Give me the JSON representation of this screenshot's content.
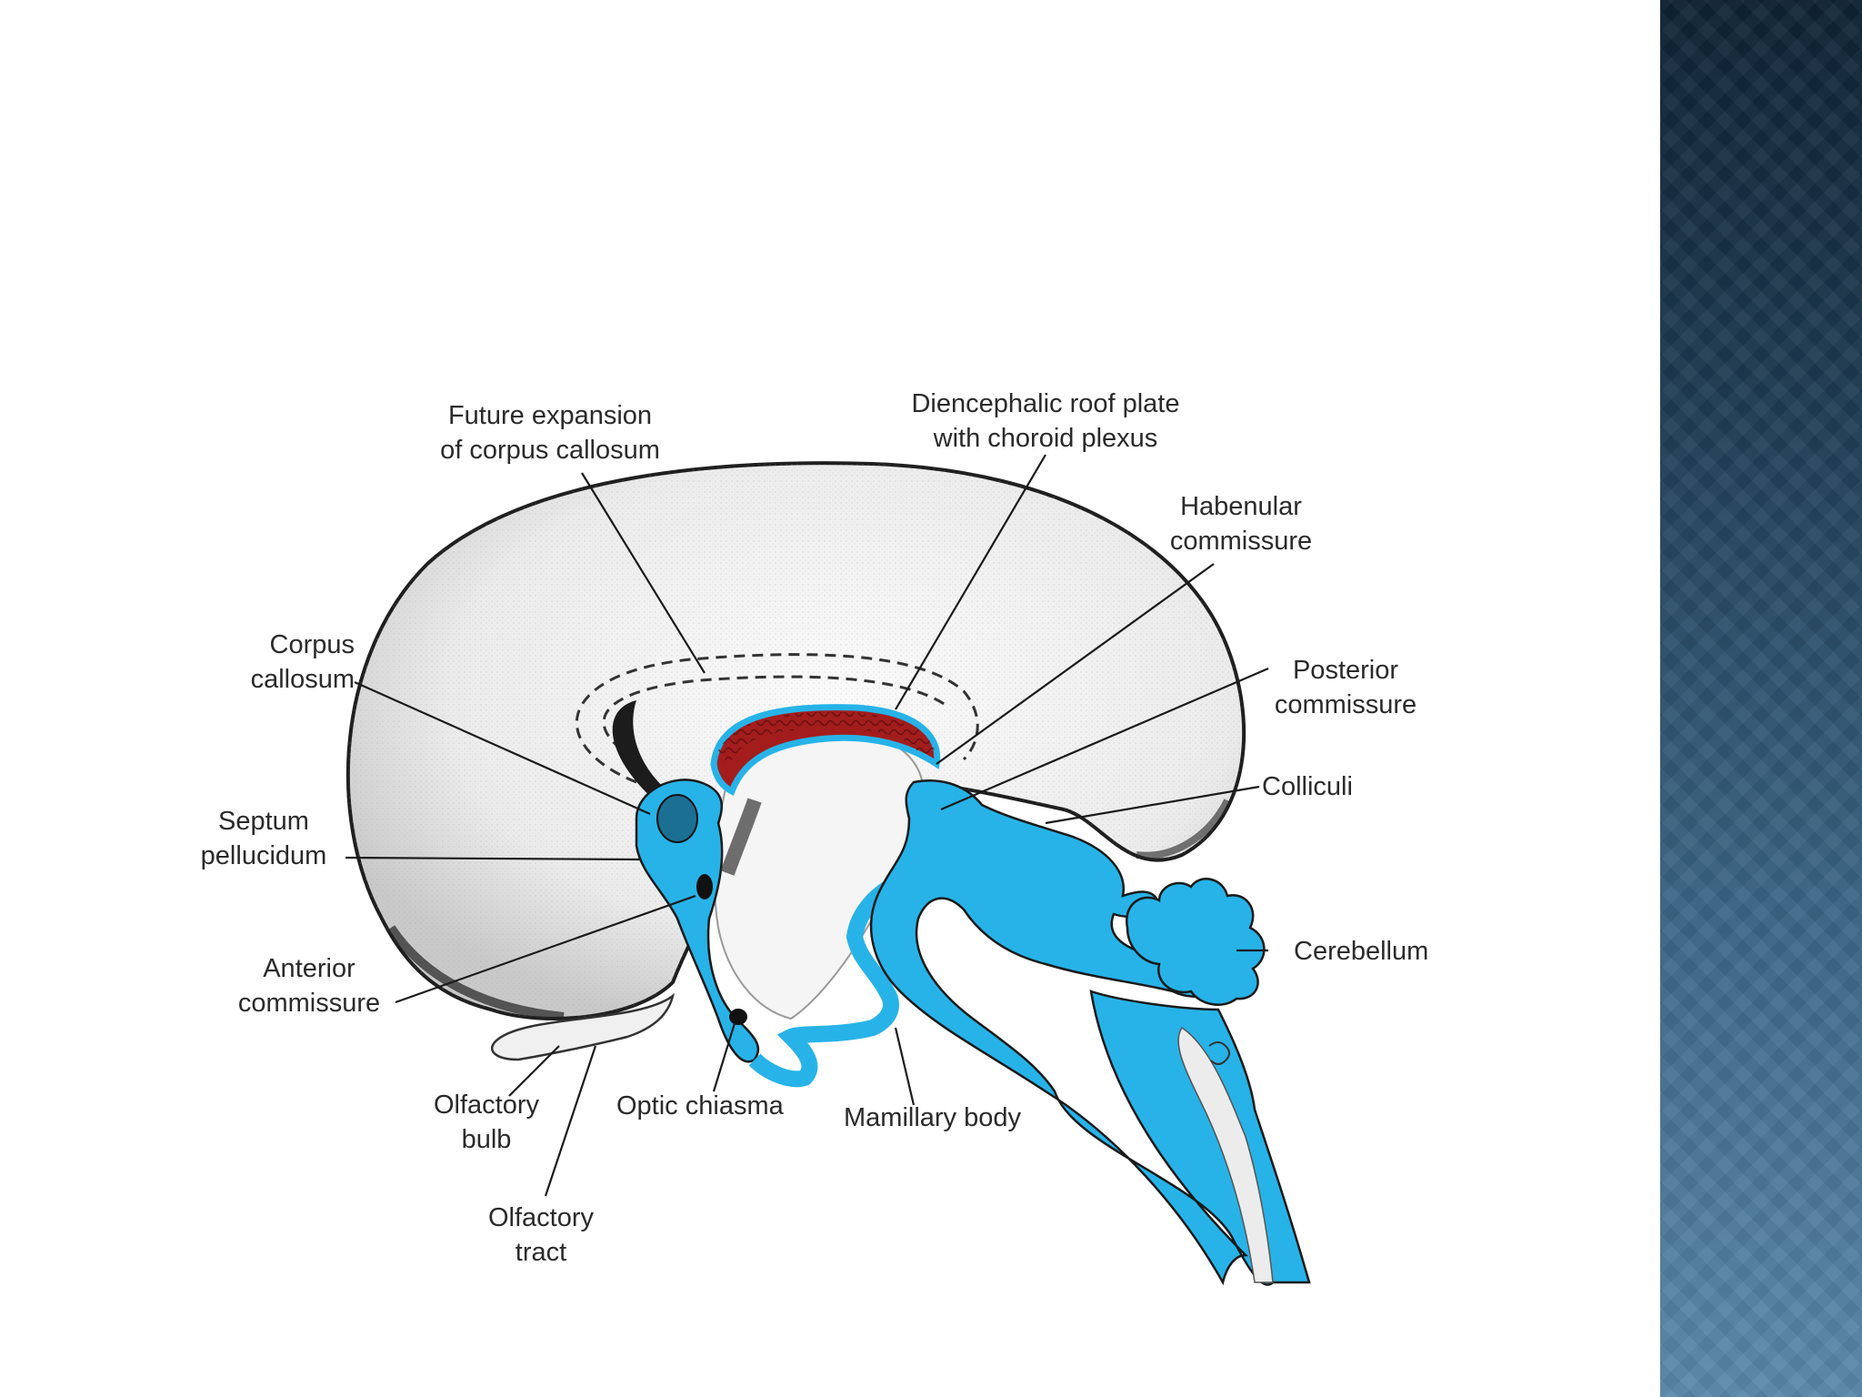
{
  "slide": {
    "accent_panel_colors": [
      "#0e2233",
      "#3b6585",
      "#5a88aa"
    ]
  },
  "diagram": {
    "colors": {
      "ventricle_blue": "#27b3e8",
      "choroid_red": "#a31d1d",
      "outline": "#2b2b2b",
      "hemisphere_fill": "#eeeeee"
    },
    "labels": {
      "future_expansion": [
        "Future expansion",
        "of corpus callosum"
      ],
      "diencephalic_roof": [
        "Diencephalic roof plate",
        "with choroid plexus"
      ],
      "habenular": [
        "Habenular",
        "commissure"
      ],
      "posterior": [
        "Posterior",
        "commissure"
      ],
      "colliculi": "Colliculi",
      "corpus_callosum": [
        "Corpus",
        "callosum"
      ],
      "septum": [
        "Septum",
        "pellucidum"
      ],
      "anterior": [
        "Anterior",
        "commissure"
      ],
      "cerebellum": "Cerebellum",
      "olfactory_bulb": [
        "Olfactory",
        "bulb"
      ],
      "optic_chiasma": "Optic chiasma",
      "mamillary_body": "Mamillary body",
      "olfactory_tract": [
        "Olfactory",
        "tract"
      ]
    }
  }
}
